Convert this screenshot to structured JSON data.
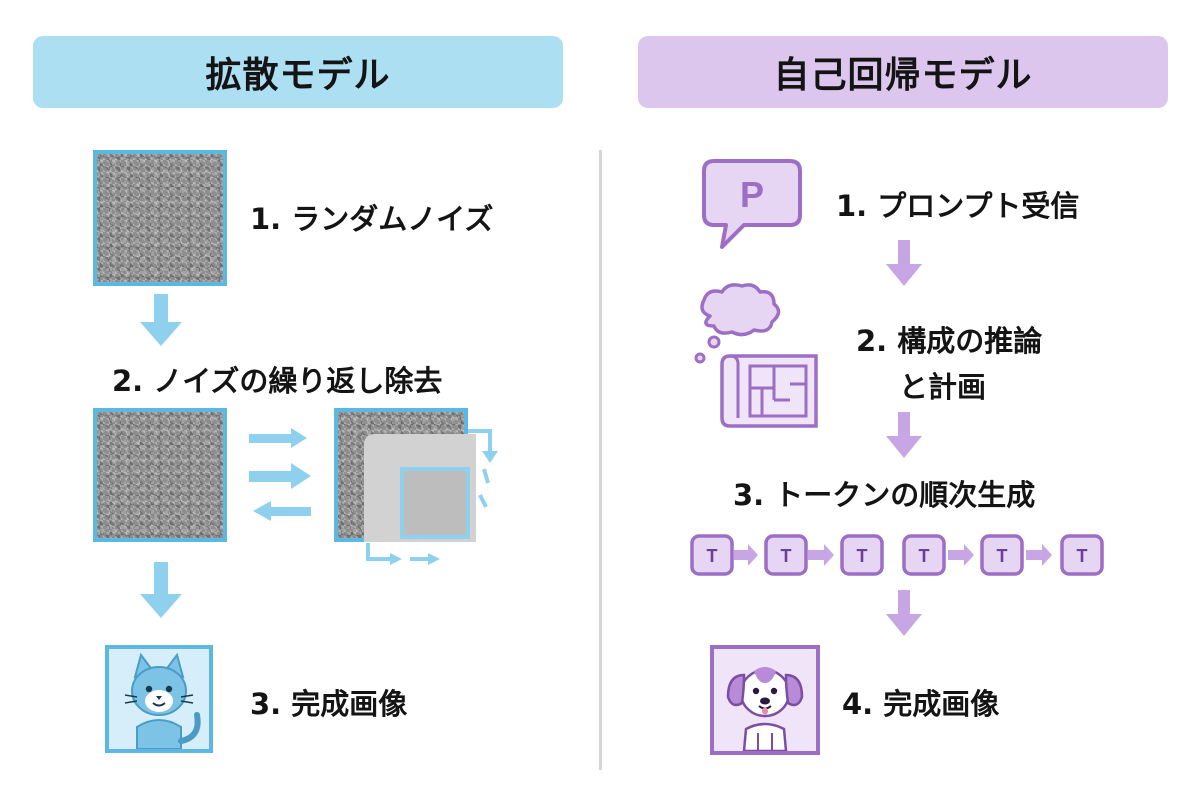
{
  "left": {
    "title": "拡散モデル",
    "steps": [
      "1. ランダムノイズ",
      "2. ノイズの繰り返し除去",
      "3. 完成画像"
    ],
    "final_icon": "cat-icon",
    "accent": "#5cb7e2"
  },
  "right": {
    "title": "自己回帰モデル",
    "steps": [
      "1. プロンプト受信",
      "2. 構成の推論",
      "と計画",
      "3. トークンの順次生成",
      "4. 完成画像"
    ],
    "prompt_icon_letter": "P",
    "token_letter": "T",
    "token_count": 6,
    "final_icon": "dog-icon",
    "accent": "#9c6fc4"
  },
  "colors": {
    "left_header": "#addff3",
    "right_header": "#dcc6ee",
    "left_arrow": "#8fd0ef",
    "right_arrow": "#c8a6e6"
  }
}
